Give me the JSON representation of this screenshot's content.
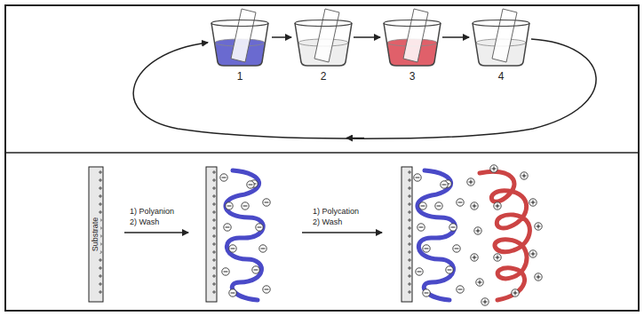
{
  "diagram": {
    "labels": [
      "1",
      "2",
      "3",
      "4",
      "Substrate",
      "1) Polyanion",
      "2) Wash",
      "1) Polycation",
      "2) Wash"
    ]
  }
}
